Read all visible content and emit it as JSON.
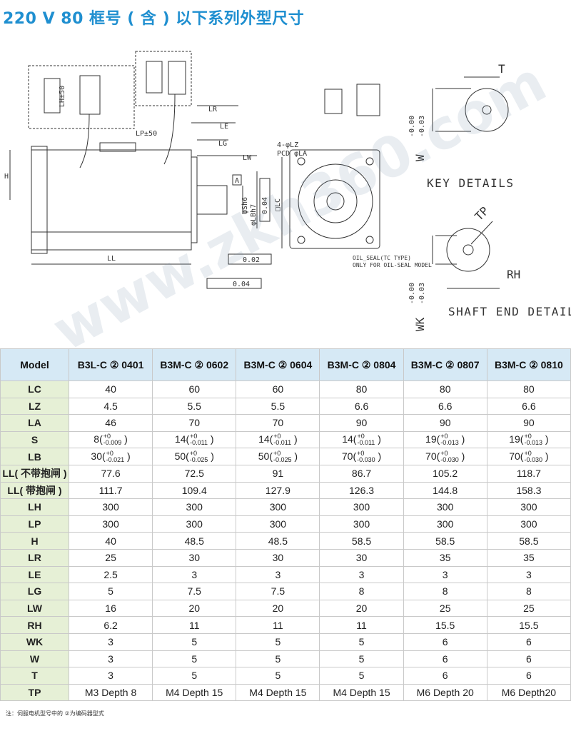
{
  "title": "220 V 80 框号 ( 含 ) 以下系列外型尺寸",
  "drawing": {
    "dims": {
      "lh": "LH±50",
      "lp": "LP±50",
      "lr": "LR",
      "le": "LE",
      "lg": "LG",
      "lw": "LW",
      "h": "H",
      "ll": "LL",
      "sh6": "φSh6",
      "lbh7": "φLBh7",
      "lc": "□LC",
      "lz": "4-φLZ",
      "pcd": "PCD φLA",
      "datum_a": "A",
      "tol1": "0.04",
      "tol2": "0.02",
      "tol3": "0.04",
      "oil1": "OIL_SEAL(TC TYPE)",
      "oil2": "ONLY FOR OIL-SEAL MODEL",
      "t": "T",
      "w": "W",
      "w_tol_up": "-0.00",
      "w_tol_low": "-0.03",
      "tp": "TP",
      "rh": "RH",
      "wk": "WK",
      "wk_tol_up": "-0.00",
      "wk_tol_low": "-0.03",
      "key_details": "KEY DETAILS",
      "shaft_details": "SHAFT END DETAILS"
    }
  },
  "watermark": "www.zkh360.com",
  "table": {
    "headers": [
      "Model",
      "B3L-C ② 0401",
      "B3M-C ② 0602",
      "B3M-C ② 0604",
      "B3M-C ② 0804",
      "B3M-C ② 0807",
      "B3M-C ② 0810"
    ],
    "rows": [
      {
        "param": "LC",
        "values": [
          "40",
          "60",
          "60",
          "80",
          "80",
          "80"
        ]
      },
      {
        "param": "LZ",
        "values": [
          "4.5",
          "5.5",
          "5.5",
          "6.6",
          "6.6",
          "6.6"
        ]
      },
      {
        "param": "LA",
        "values": [
          "46",
          "70",
          "70",
          "90",
          "90",
          "90"
        ]
      },
      {
        "param": "S",
        "values": [
          "8",
          "14",
          "14",
          "14",
          "19",
          "19"
        ],
        "tol_up": [
          "+0",
          "+0",
          "+0",
          "+0",
          "+0",
          "+0"
        ],
        "tol_low": [
          "-0.009",
          "-0.011",
          "-0.011",
          "-0.011",
          "-0.013",
          "-0.013"
        ]
      },
      {
        "param": "LB",
        "values": [
          "30",
          "50",
          "50",
          "70",
          "70",
          "70"
        ],
        "tol_up": [
          "+0",
          "+0",
          "+0",
          "+0",
          "+0",
          "+0"
        ],
        "tol_low": [
          "-0.021",
          "-0.025",
          "-0.025",
          "-0.030",
          "-0.030",
          "-0.030"
        ]
      },
      {
        "param": "LL( 不带抱闸 )",
        "values": [
          "77.6",
          "72.5",
          "91",
          "86.7",
          "105.2",
          "118.7"
        ]
      },
      {
        "param": "LL( 带抱闸 )",
        "values": [
          "111.7",
          "109.4",
          "127.9",
          "126.3",
          "144.8",
          "158.3"
        ]
      },
      {
        "param": "LH",
        "values": [
          "300",
          "300",
          "300",
          "300",
          "300",
          "300"
        ]
      },
      {
        "param": "LP",
        "values": [
          "300",
          "300",
          "300",
          "300",
          "300",
          "300"
        ]
      },
      {
        "param": "H",
        "values": [
          "40",
          "48.5",
          "48.5",
          "58.5",
          "58.5",
          "58.5"
        ]
      },
      {
        "param": "LR",
        "values": [
          "25",
          "30",
          "30",
          "30",
          "35",
          "35"
        ]
      },
      {
        "param": "LE",
        "values": [
          "2.5",
          "3",
          "3",
          "3",
          "3",
          "3"
        ]
      },
      {
        "param": "LG",
        "values": [
          "5",
          "7.5",
          "7.5",
          "8",
          "8",
          "8"
        ]
      },
      {
        "param": "LW",
        "values": [
          "16",
          "20",
          "20",
          "20",
          "25",
          "25"
        ]
      },
      {
        "param": "RH",
        "values": [
          "6.2",
          "11",
          "11",
          "11",
          "15.5",
          "15.5"
        ]
      },
      {
        "param": "WK",
        "values": [
          "3",
          "5",
          "5",
          "5",
          "6",
          "6"
        ]
      },
      {
        "param": "W",
        "values": [
          "3",
          "5",
          "5",
          "5",
          "6",
          "6"
        ]
      },
      {
        "param": "T",
        "values": [
          "3",
          "5",
          "5",
          "5",
          "6",
          "6"
        ]
      },
      {
        "param": "TP",
        "values": [
          "M3 Depth 8",
          "M4 Depth 15",
          "M4 Depth 15",
          "M4 Depth 15",
          "M6 Depth 20",
          "M6 Depth20"
        ]
      }
    ]
  },
  "note": "注：伺服电机型号中的 ②为编码器型式"
}
